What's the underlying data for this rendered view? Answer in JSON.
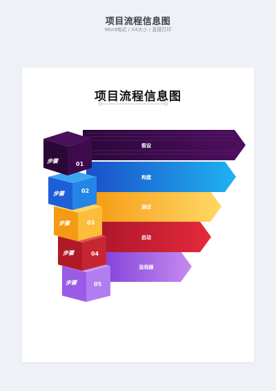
{
  "header": {
    "title": "项目流程信息图",
    "subtitle": "Word格式 / A4大小 / 直接打印"
  },
  "document": {
    "title": "项目流程信息图"
  },
  "steps": [
    {
      "step": "步骤",
      "number": "01",
      "label": "假设",
      "color": "#3b0a4a"
    },
    {
      "step": "步骤",
      "number": "02",
      "label": "构建",
      "color": "#1e6fe0"
    },
    {
      "step": "步骤",
      "number": "03",
      "label": "测试",
      "color": "#f7a21b"
    },
    {
      "step": "步骤",
      "number": "04",
      "label": "启动",
      "color": "#c51f2b"
    },
    {
      "step": "步骤",
      "number": "05",
      "label": "监视器",
      "color": "#9b54e0"
    }
  ]
}
